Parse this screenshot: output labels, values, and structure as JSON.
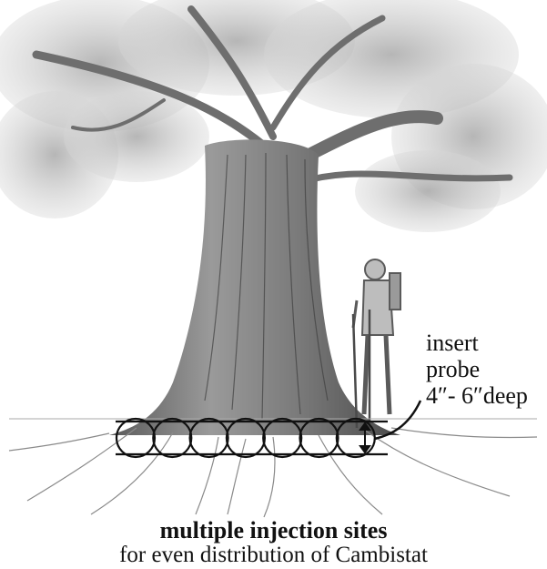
{
  "callout": {
    "line1": "insert",
    "line2": "probe",
    "line3": "4″- 6″deep"
  },
  "caption": {
    "title": "multiple injection sites",
    "subtitle": "for even distribution of Cambistat"
  },
  "diagram": {
    "injection_site_count": 7,
    "colors": {
      "ink": "#111111",
      "sketch": "#8a8a8a",
      "foliage": "#b8b8b8"
    }
  }
}
